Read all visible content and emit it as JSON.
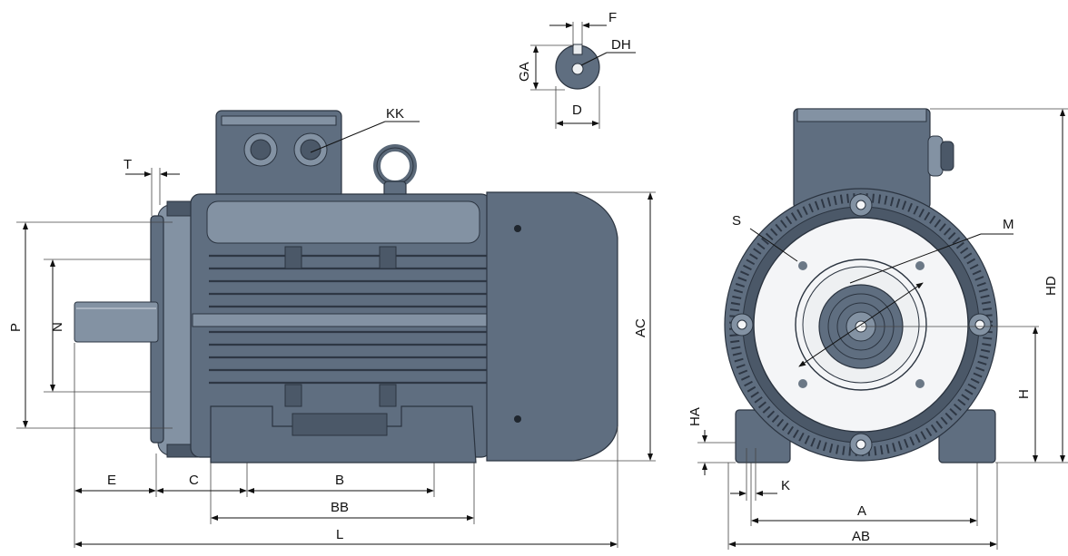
{
  "labels": {
    "F": "F",
    "DH": "DH",
    "GA": "GA",
    "D": "D",
    "KK": "KK",
    "T": "T",
    "P": "P",
    "N": "N",
    "AC": "AC",
    "E": "E",
    "C": "C",
    "B": "B",
    "BB": "BB",
    "L": "L",
    "S": "S",
    "M": "M",
    "HD": "HD",
    "H": "H",
    "HA": "HA",
    "K": "K",
    "A": "A",
    "AB": "AB"
  },
  "colors": {
    "body": "#5f6e80",
    "body_dark": "#4b5868",
    "body_light": "#8392a3",
    "outline": "#2b3440",
    "flange_face": "#f4f5f7"
  }
}
